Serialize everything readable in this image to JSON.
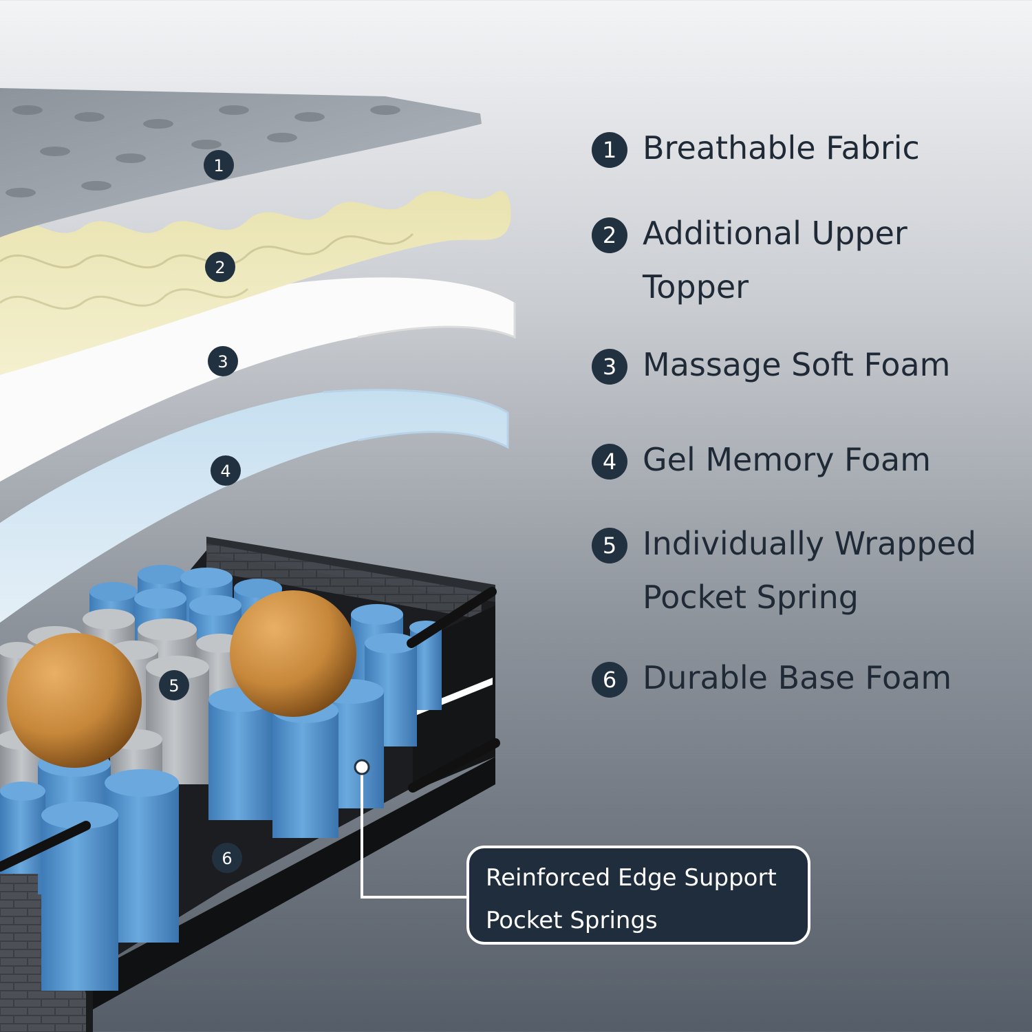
{
  "legend": {
    "items": [
      {
        "num": "1",
        "label": "Breathable Fabric"
      },
      {
        "num": "2",
        "label": "Additional Upper Topper"
      },
      {
        "num": "3",
        "label": "Massage Soft Foam"
      },
      {
        "num": "4",
        "label": "Gel Memory Foam"
      },
      {
        "num": "5",
        "label": "Individually Wrapped Pocket Spring"
      },
      {
        "num": "6",
        "label": "Durable Base Foam"
      }
    ]
  },
  "callout": {
    "line1": "Reinforced Edge Support",
    "line2": "Pocket Springs"
  },
  "colors": {
    "badge": "#223140",
    "fabric": "#9ea5ad",
    "topper": "#f0ecc2",
    "soft_foam": "#fdfdfd",
    "gel_foam": "#cfe3f1",
    "spring_blue": "#5f9fd6",
    "spring_gray": "#b7babd",
    "ball": "#c98a3a",
    "base": "#1b1d20"
  }
}
